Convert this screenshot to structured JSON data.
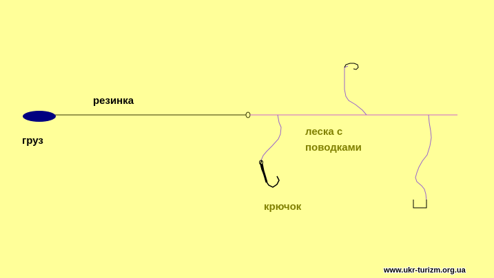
{
  "labels": {
    "weight": "груз",
    "rubber": "резинка",
    "line_with_leaders_1": "леска с",
    "line_with_leaders_2": "поводками",
    "hook": "крючок",
    "watermark": "www.ukr-turizm.org.ua"
  },
  "colors": {
    "background": "#FFFF99",
    "weight_fill": "#000080",
    "rubber_line": "#333300",
    "fishing_line": "#CC66CC",
    "leader_line": "#9966CC",
    "hook_stroke": "#000000",
    "label_primary": "#000000",
    "label_secondary": "#808000"
  }
}
